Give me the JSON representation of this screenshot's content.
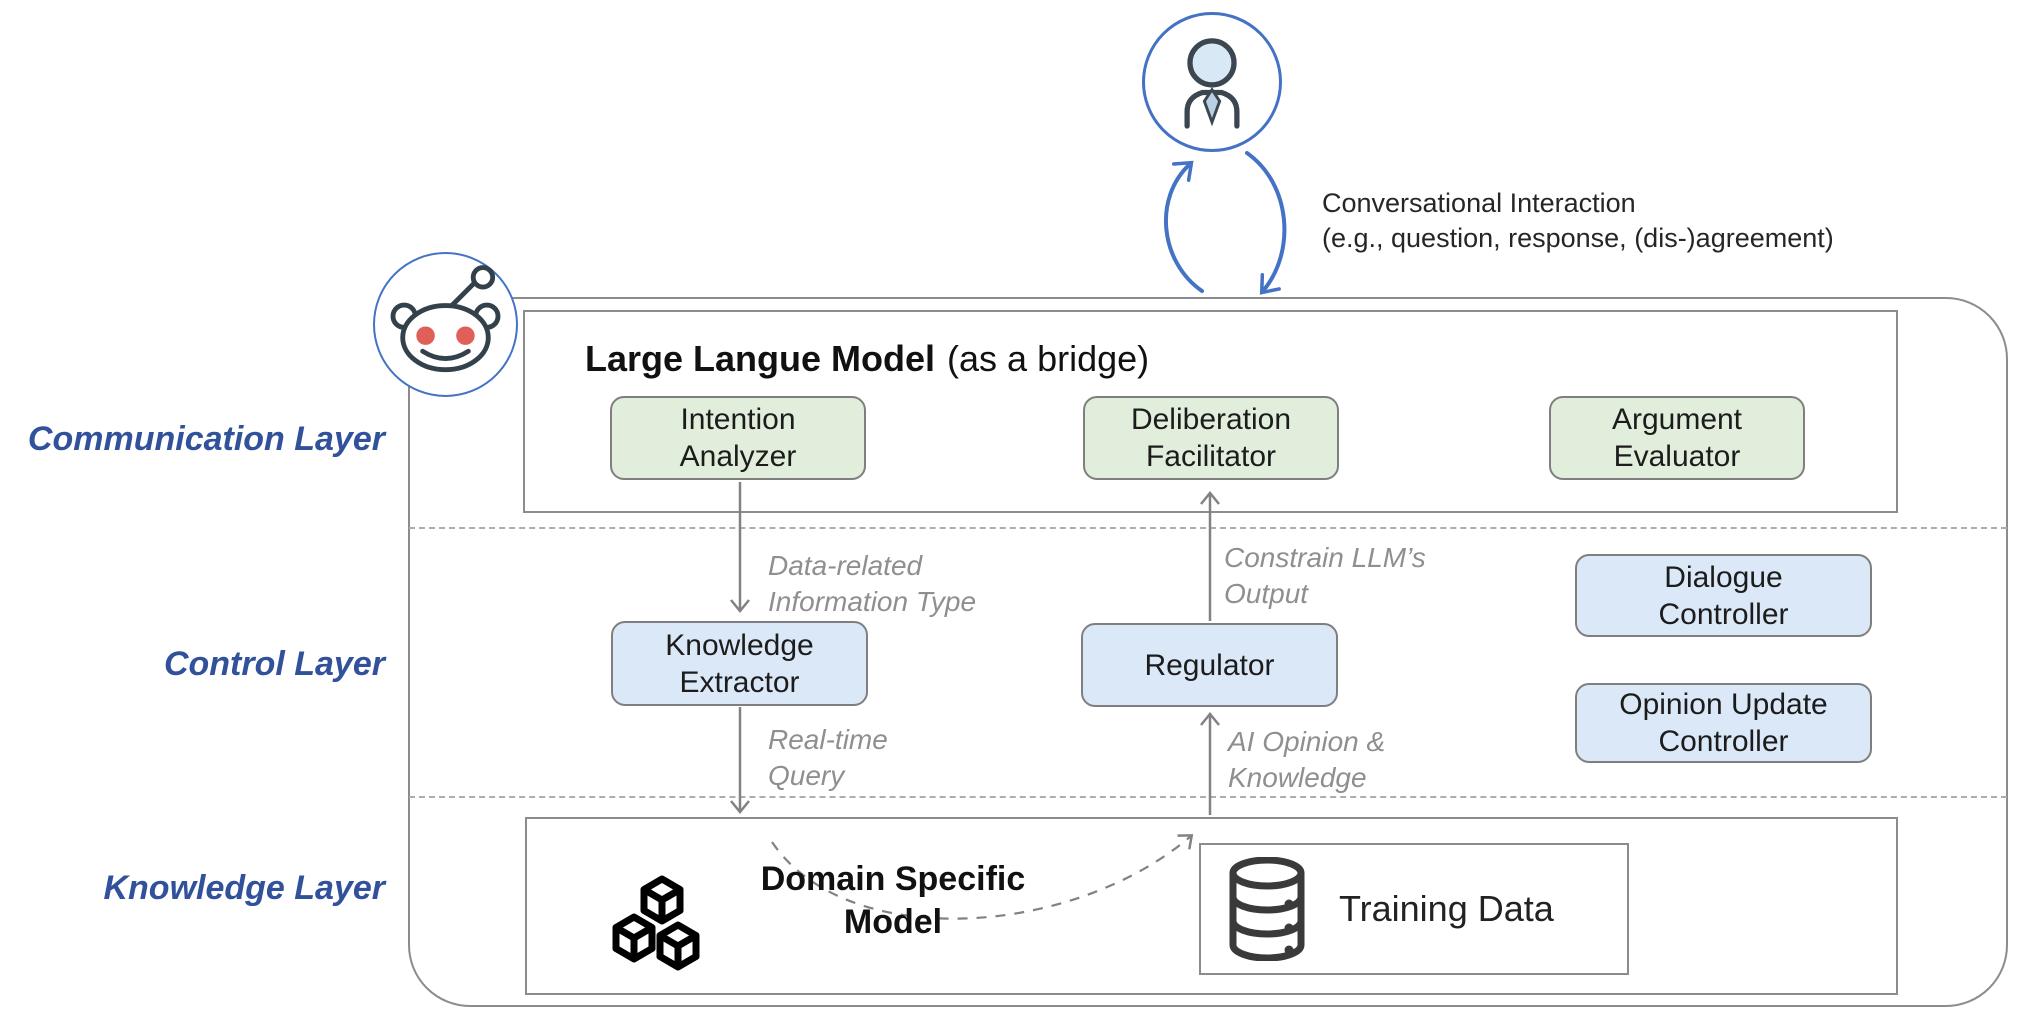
{
  "user_interaction": {
    "label_lines": [
      "Conversational Interaction",
      "(e.g., question, response, (dis-)agreement)"
    ]
  },
  "layers": {
    "communication": "Communication Layer",
    "control": "Control Layer",
    "knowledge": "Knowledge Layer"
  },
  "llm": {
    "title_bold": "Large Langue Model",
    "title_rest": "(as a bridge)",
    "intention_analyzer": [
      "Intention",
      "Analyzer"
    ],
    "deliberation_facilitator": [
      "Deliberation",
      "Facilitator"
    ],
    "argument_evaluator": [
      "Argument",
      "Evaluator"
    ]
  },
  "control_modules": {
    "knowledge_extractor": [
      "Knowledge",
      "Extractor"
    ],
    "regulator": "Regulator",
    "dialogue_controller": [
      "Dialogue",
      "Controller"
    ],
    "opinion_update_controller": [
      "Opinion Update",
      "Controller"
    ]
  },
  "knowledge_modules": {
    "domain_specific_model": [
      "Domain Specific",
      "Model"
    ],
    "training_data": "Training Data"
  },
  "edges": {
    "intention_to_extractor": [
      "Data-related",
      "Information Type"
    ],
    "regulator_to_facilitator": [
      "Constrain LLM’s",
      "Output"
    ],
    "extractor_to_domain": [
      "Real-time",
      "Query"
    ],
    "domain_to_regulator": [
      "AI Opinion &",
      "Knowledge"
    ]
  },
  "icons": {
    "user": "person-icon",
    "agent": "reddit-icon",
    "domain_model": "cubes-icon",
    "training_data": "database-icon",
    "interaction": "cycle-arrows-icon"
  },
  "colors": {
    "accent-blue": "#4472c4",
    "layer-label": "#31519b",
    "frame-border": "#8c8c8c",
    "node-border": "#7f7f7f",
    "green-fill": "#e0eedb",
    "blue-fill": "#dbe8f7",
    "arrow-gray": "#828282",
    "label-gray": "#8f8f8f",
    "reddit-dark": "#33414b",
    "reddit-red": "#e05f58",
    "person-dark": "#3c4650",
    "person-fill": "#d9e8f5"
  }
}
